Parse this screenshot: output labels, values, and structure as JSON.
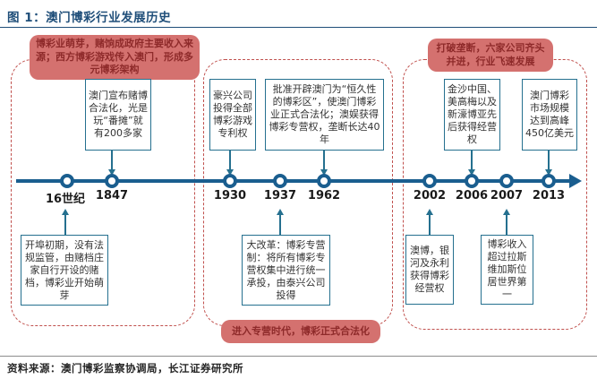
{
  "header": {
    "title": "图 1：澳门博彩行业发展历史"
  },
  "stage_summaries": {
    "stage1": "博彩业萌芽，赌饷成政府主要收入来源；西方博彩游戏传入澳门，形成多元博彩架构",
    "stage2": "进入专营时代，博彩正式合法化",
    "stage3": "打破垄断，六家公司齐头并进，行业飞速发展"
  },
  "timeline": {
    "years": {
      "y16c": "16世纪",
      "y1847": "1847",
      "y1930": "1930",
      "y1937": "1937",
      "y1962": "1962",
      "y2002": "2002",
      "y2006": "2006",
      "y2007": "2007",
      "y2013": "2013"
    },
    "notes": {
      "n16c": "开埠初期，没有法规监管，由赌档庄家自行开设的赌档，博彩业开始萌芽",
      "n1847": "澳门宣布赌博合法化，光是玩“番摊”就有200多家",
      "n1930": "豪兴公司投得全部博彩游戏专利权",
      "n1937": "大改革：博彩专营制：将所有博彩专营权集中进行统一承投，由泰兴公司投得",
      "n1962": "批准开辟澳门为“恒久性的博彩区”，使澳门博彩业正式合法化；澳娱获得博彩专营权，垄断长达40年",
      "n2002": "澳博，银河及永利获得博彩经营权",
      "n2006": "金沙中国、美高梅以及新濠博亚先后获得经营权",
      "n2007": "博彩收入超过拉斯维加斯位居世界第一",
      "n2013": "澳门博彩市场规模达到高峰450亿美元"
    }
  },
  "footer": {
    "source": "资料来源：澳门博彩监察协调局，长江证券研究所"
  },
  "colors": {
    "title_navy": "#1F4E79",
    "timeline_blue": "#1A5E8F",
    "box_border_teal": "#25708F",
    "dashed_red": "#C0504D",
    "callout_pink_bg": "#D4716F",
    "callout_pink_text": "#8E2A2A"
  }
}
